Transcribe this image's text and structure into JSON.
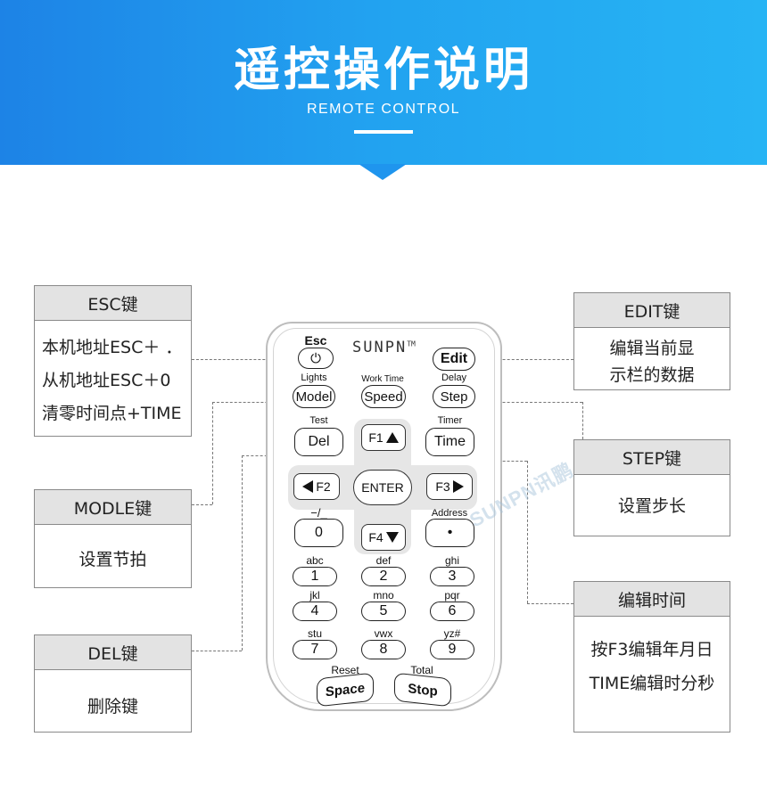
{
  "header": {
    "title": "遥控操作说明",
    "subtitle": "REMOTE CONTROL",
    "colors": {
      "gradient_start": "#1d83e6",
      "gradient_end": "#27b4f4"
    }
  },
  "callouts": {
    "esc": {
      "title": "ESC键",
      "lines": [
        "本机地址ESC＋ ．",
        "从机地址ESC＋0",
        "清零时间点+TIME"
      ]
    },
    "modle": {
      "title": "MODLE键",
      "lines": [
        "设置节拍"
      ]
    },
    "del": {
      "title": "DEL键",
      "lines": [
        "删除键"
      ]
    },
    "edit": {
      "title": "EDIT键",
      "lines": [
        "编辑当前显",
        "示栏的数据"
      ]
    },
    "step": {
      "title": "STEP键",
      "lines": [
        "设置步长"
      ]
    },
    "time": {
      "title": "编辑时间",
      "lines": [
        "按F3编辑年月日",
        "TIME编辑时分秒"
      ]
    }
  },
  "remote": {
    "brand": "SUNPN",
    "brand_mark": "TM",
    "watermark": "SUNPN讯鹏",
    "esc_label": "Esc",
    "power_icon": "power-icon",
    "edit": "Edit",
    "lights_label": "Lights",
    "model": "Model",
    "worktime_label": "Work Time",
    "speed": "Speed",
    "delay_label": "Delay",
    "step": "Step",
    "test_label": "Test",
    "del": "Del",
    "timer_label": "Timer",
    "time": "Time",
    "f1": "F1",
    "f2": "F2",
    "f3": "F3",
    "f4": "F4",
    "enter": "ENTER",
    "dash_label": "−/_",
    "zero": "0",
    "address_label": "Address",
    "dot": "•",
    "keys": [
      {
        "sub": "abc",
        "num": "1"
      },
      {
        "sub": "def",
        "num": "2"
      },
      {
        "sub": "ghi",
        "num": "3"
      },
      {
        "sub": "jkl",
        "num": "4"
      },
      {
        "sub": "mno",
        "num": "5"
      },
      {
        "sub": "pqr",
        "num": "6"
      },
      {
        "sub": "stu",
        "num": "7"
      },
      {
        "sub": "vwx",
        "num": "8"
      },
      {
        "sub": "yz#",
        "num": "9"
      }
    ],
    "reset_label": "Reset",
    "space": "Space",
    "total_label": "Total",
    "stop": "Stop"
  }
}
